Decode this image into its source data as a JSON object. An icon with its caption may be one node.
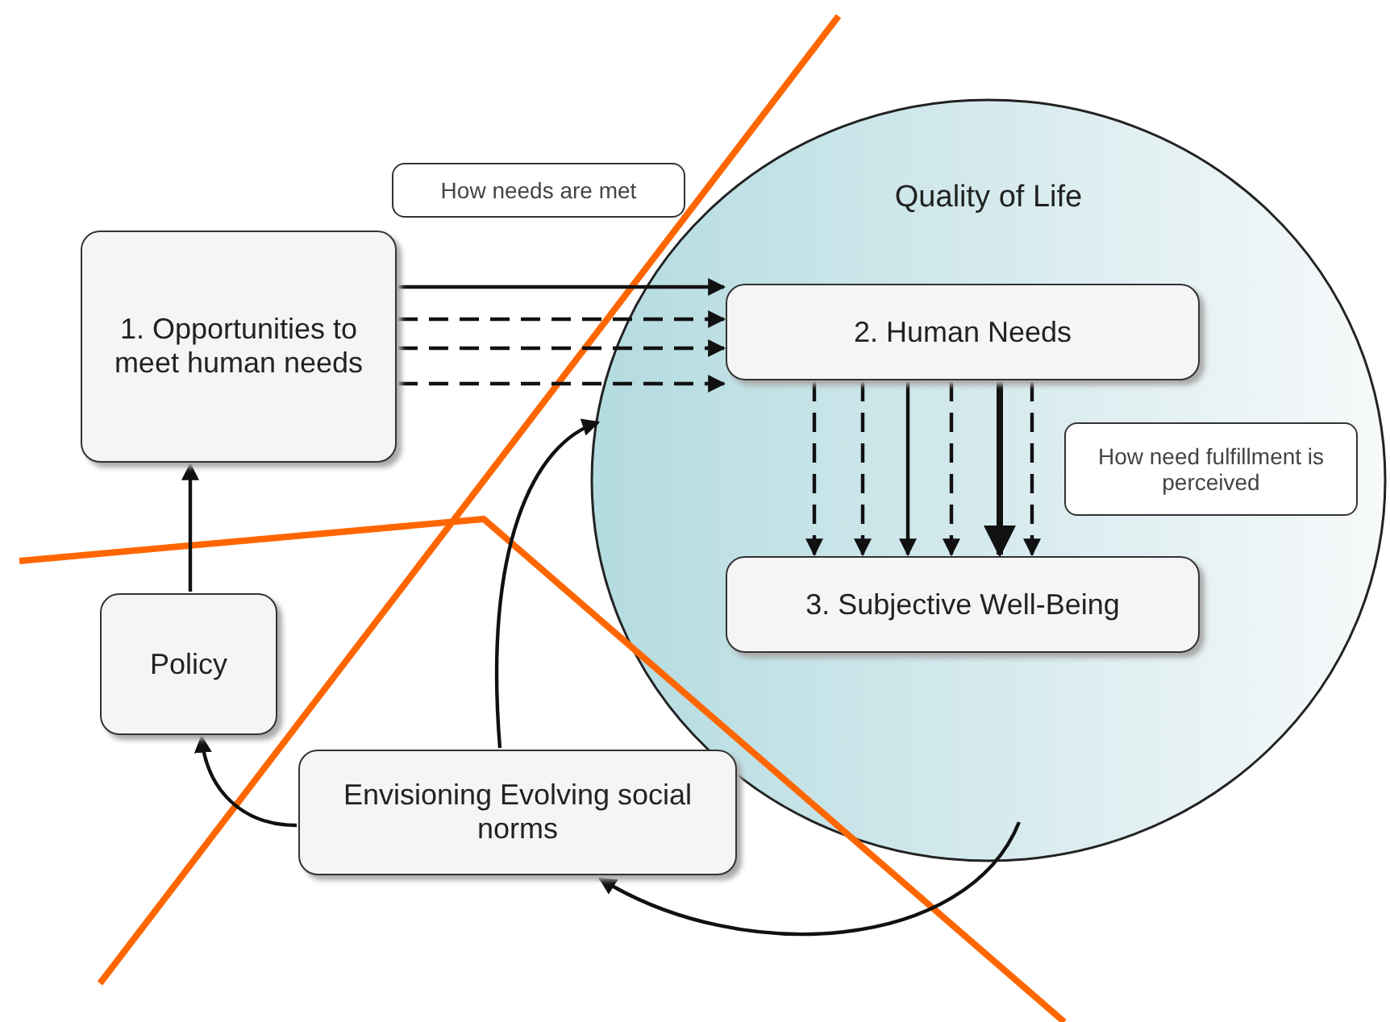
{
  "diagram": {
    "nodes": [
      {
        "text": [
          "1. Opportunities to meet human needs"
        ]
      },
      {
        "text": [
          "How needs are met"
        ]
      },
      {
        "text": [
          "Quality of Life"
        ]
      },
      {
        "text": [
          "2. Human Needs"
        ],
        "in": 2
      },
      {
        "text": [
          "How need fulfillment is perceived"
        ],
        "in": 2
      },
      {
        "text": [
          "3. Subjective Well-Being"
        ],
        "in": 2
      },
      {
        "text": [
          "Policy"
        ]
      },
      {
        "text": [
          "Envisioning Evolving social norms"
        ]
      }
    ],
    "edges": [
      {
        "from": 0,
        "to": 3,
        "arrow": "to"
      },
      {
        "from": 0,
        "to": 3,
        "arrow": "to",
        "style": "dashed"
      },
      {
        "from": 0,
        "to": 3,
        "arrow": "to",
        "style": "dashed"
      },
      {
        "from": 0,
        "to": 3,
        "arrow": "to",
        "style": "dashed"
      },
      {
        "from": 3,
        "to": 5,
        "arrow": "to",
        "style": "dashed"
      },
      {
        "from": 3,
        "to": 5,
        "arrow": "to",
        "style": "dashed"
      },
      {
        "from": 3,
        "to": 5,
        "arrow": "to"
      },
      {
        "from": 3,
        "to": 5,
        "arrow": "to",
        "style": "dashed"
      },
      {
        "from": 3,
        "to": 5,
        "arrow": "to",
        "style": "thick"
      },
      {
        "from": 3,
        "to": 5,
        "arrow": "to",
        "style": "dashed"
      },
      {
        "from": 6,
        "to": 0,
        "arrow": "to"
      },
      {
        "from": 7,
        "to": 6,
        "arrow": "to"
      },
      {
        "from": 2,
        "to": 7,
        "arrow": "to"
      },
      {
        "from": 7,
        "to": 2,
        "arrow": "to"
      }
    ]
  }
}
